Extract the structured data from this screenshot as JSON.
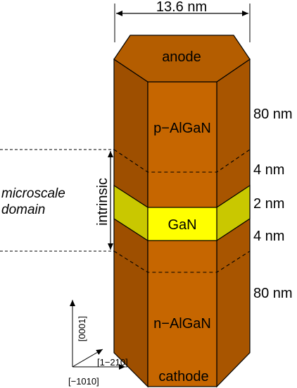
{
  "colors": {
    "algan_front": "#c66600",
    "algan_side_left": "#9e4f00",
    "algan_side_right": "#a85500",
    "algan_top": "#b45d00",
    "gan_front": "#ffff00",
    "gan_side": "#c9c800",
    "outline": "#000000"
  },
  "diagram": {
    "width_label": "13.6 nm",
    "top_label": "anode",
    "bottom_label": "cathode",
    "layers": [
      {
        "name": "p-AlGaN",
        "label": "p−AlGaN",
        "thickness": "80 nm"
      },
      {
        "name": "intrinsic-upper",
        "label": "",
        "thickness": "4 nm"
      },
      {
        "name": "GaN",
        "label": "GaN",
        "thickness": "2 nm"
      },
      {
        "name": "intrinsic-lower",
        "label": "",
        "thickness": "4 nm"
      },
      {
        "name": "n-AlGaN",
        "label": "n−AlGaN",
        "thickness": "80 nm"
      }
    ],
    "intrinsic_label": "intrinsic",
    "domain_label_line1": "microscale",
    "domain_label_line2": "domain",
    "axes": {
      "vertical": "[0001]",
      "diagonal": "[1−210]",
      "horizontal": "[−1010]"
    }
  }
}
